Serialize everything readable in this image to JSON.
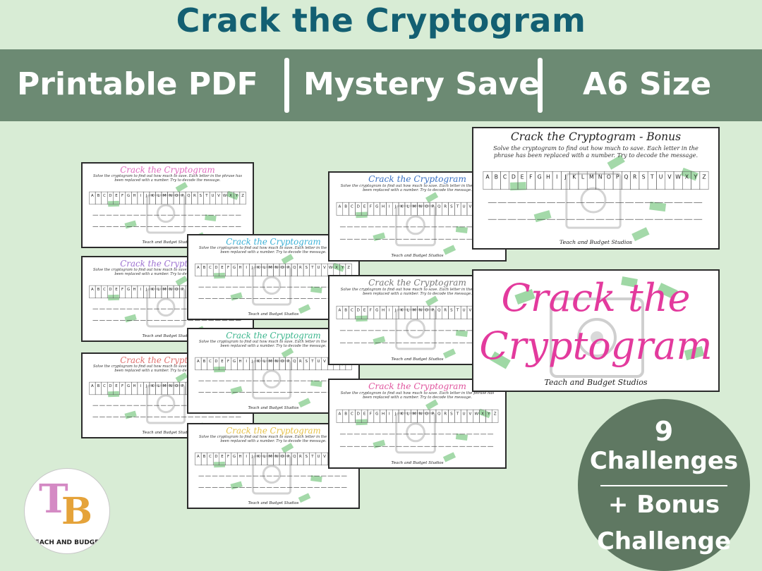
{
  "header": {
    "title": "Crack the Cryptogram"
  },
  "banner": {
    "items": [
      "Printable PDF",
      "Mystery Save",
      "A6 Size"
    ]
  },
  "cards": {
    "title": "Crack the Cryptogram",
    "bonus_title": "Crack the Cryptogram - Bonus",
    "instructions": "Solve the cryptogram to find out how much to save. Each letter in the phrase has been replaced with a number. Try to decode the message.",
    "studio": "Teach and Budget Studios",
    "alphabet": "ABCDEFGHIJKLMNOPQRSTUVWXYZ",
    "title_colors": [
      "#e06bbf",
      "#9b6fd0",
      "#e0706e",
      "#3ab0d6",
      "#3ab58c",
      "#e6c24a",
      "#3b72c4",
      "#777777",
      "#e0559e",
      "#222222"
    ]
  },
  "cover": {
    "line1": "Crack the",
    "line2": "Cryptogram",
    "studio": "Teach and Budget Studios"
  },
  "badge": {
    "number": "9",
    "line1": "Challenges",
    "line2": "+ Bonus",
    "line3": "Challenge"
  },
  "logo": {
    "letters_t": "T",
    "letters_b": "B",
    "caption": "TEACH AND BUDGET"
  }
}
